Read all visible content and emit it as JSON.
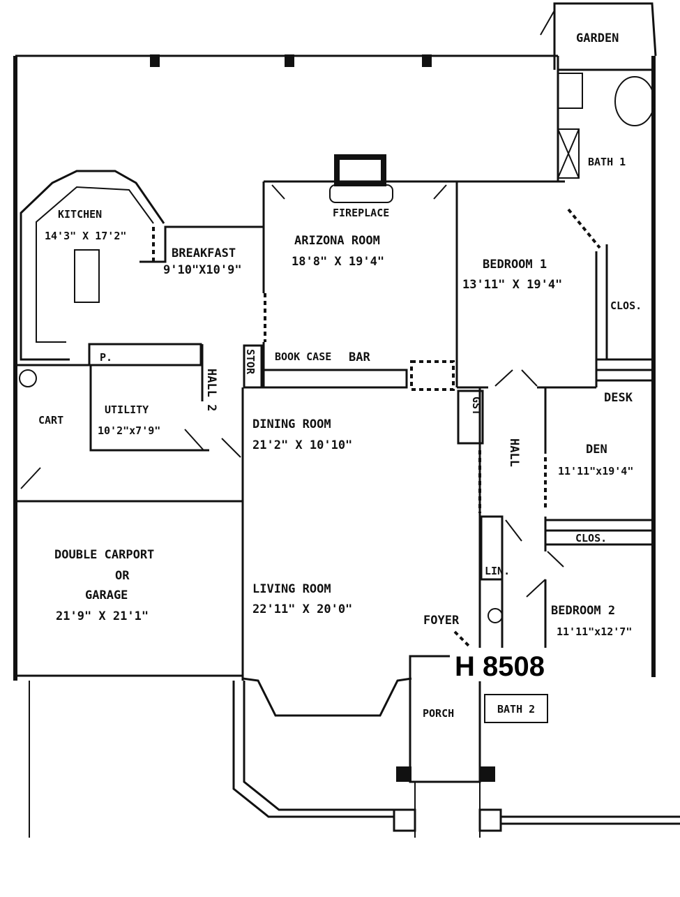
{
  "plan_code": "H 8508",
  "rooms": {
    "garden": {
      "name": "GARDEN"
    },
    "bath1": {
      "name": "BATH 1"
    },
    "kitchen": {
      "name": "KITCHEN",
      "size": "14'3\" X 17'2\""
    },
    "breakfast": {
      "name": "BREAKFAST",
      "size": "9'10\"X10'9\""
    },
    "fireplace": {
      "name": "FIREPLACE"
    },
    "arizona_room": {
      "name": "ARIZONA ROOM",
      "size": "18'8\" X 19'4\""
    },
    "bedroom1": {
      "name": "BEDROOM 1",
      "size": "13'11\" X 19'4\""
    },
    "clos1": {
      "name": "CLOS."
    },
    "stor": {
      "name": "STOR"
    },
    "bookcase": {
      "name": "BOOK CASE"
    },
    "bar": {
      "name": "BAR"
    },
    "desk": {
      "name": "DESK"
    },
    "hall2": {
      "name": "HALL 2"
    },
    "cart": {
      "name": "CART"
    },
    "utility": {
      "name": "UTILITY",
      "size": "10'2\"x7'9\""
    },
    "p": {
      "name": "P."
    },
    "dining_room": {
      "name": "DINING ROOM",
      "size": "21'2\" X 10'10\""
    },
    "gst": {
      "name": "GST"
    },
    "hall": {
      "name": "HALL"
    },
    "den": {
      "name": "DEN",
      "size": "11'11\"x19'4\""
    },
    "clos2": {
      "name": "CLOS."
    },
    "lin": {
      "name": "LIN."
    },
    "carport": {
      "line1": "DOUBLE CARPORT",
      "line2": "OR",
      "line3": "GARAGE",
      "size": "21'9\" X 21'1\""
    },
    "living_room": {
      "name": "LIVING ROOM",
      "size": "22'11\" X 20'0\""
    },
    "foyer": {
      "name": "FOYER"
    },
    "bedroom2": {
      "name": "BEDROOM 2",
      "size": "11'11\"x12'7\""
    },
    "porch": {
      "name": "PORCH"
    },
    "bath2": {
      "name": "BATH 2"
    }
  }
}
